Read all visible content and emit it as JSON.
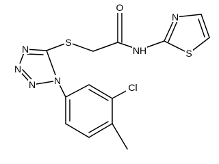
{
  "atom_labels": {
    "o": "O",
    "s_thioether": "S",
    "nh": "NH",
    "n_thiazole": "N",
    "s_thiazole": "S",
    "n_tz_top": "N",
    "n_tz_left_top": "N",
    "n_tz_left_bot": "N",
    "n_tz_bottom": "N",
    "cl": "Cl"
  },
  "colors": {
    "bond": "#000000",
    "label": "#000000",
    "background": "#ffffff"
  }
}
